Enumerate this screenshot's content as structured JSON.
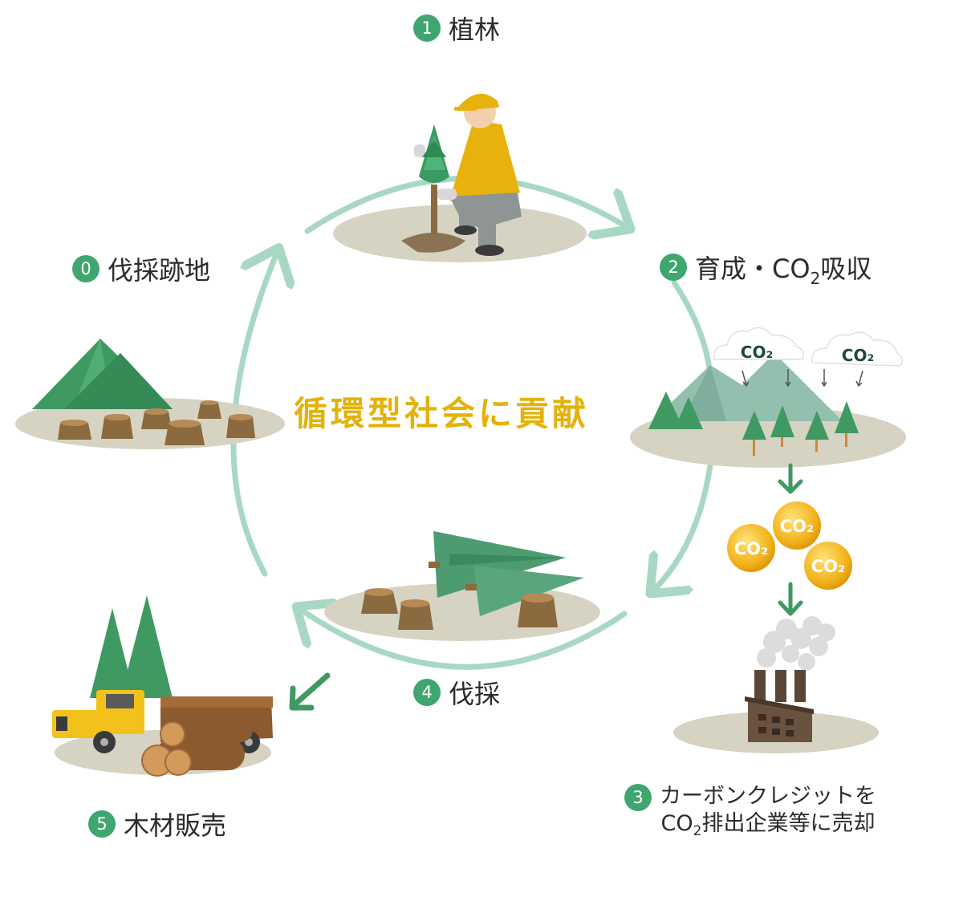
{
  "title": "循環型社会に貢献",
  "steps": [
    {
      "num": "0",
      "label": "伐採跡地"
    },
    {
      "num": "1",
      "label": "植林"
    },
    {
      "num": "2",
      "label_pre": "育成・CO",
      "label_sub": "2",
      "label_post": "吸収"
    },
    {
      "num": "3",
      "line1": "カーボンクレジットを",
      "line2_pre": "CO",
      "line2_sub": "2",
      "line2_post": "排出企業等に売却"
    },
    {
      "num": "4",
      "label": "伐採"
    },
    {
      "num": "5",
      "label": "木材販売"
    }
  ],
  "clouds": [
    {
      "text": "CO₂"
    },
    {
      "text": "CO₂"
    }
  ],
  "coins": [
    {
      "text": "CO₂"
    },
    {
      "text": "CO₂"
    },
    {
      "text": "CO₂"
    }
  ],
  "colors": {
    "badge": "#3fa66f",
    "title": "#e3b20a",
    "cycle_arrow": "#a8d8c4",
    "flow_arrow": "#3f9a62",
    "ground": "#d6d3c2"
  }
}
